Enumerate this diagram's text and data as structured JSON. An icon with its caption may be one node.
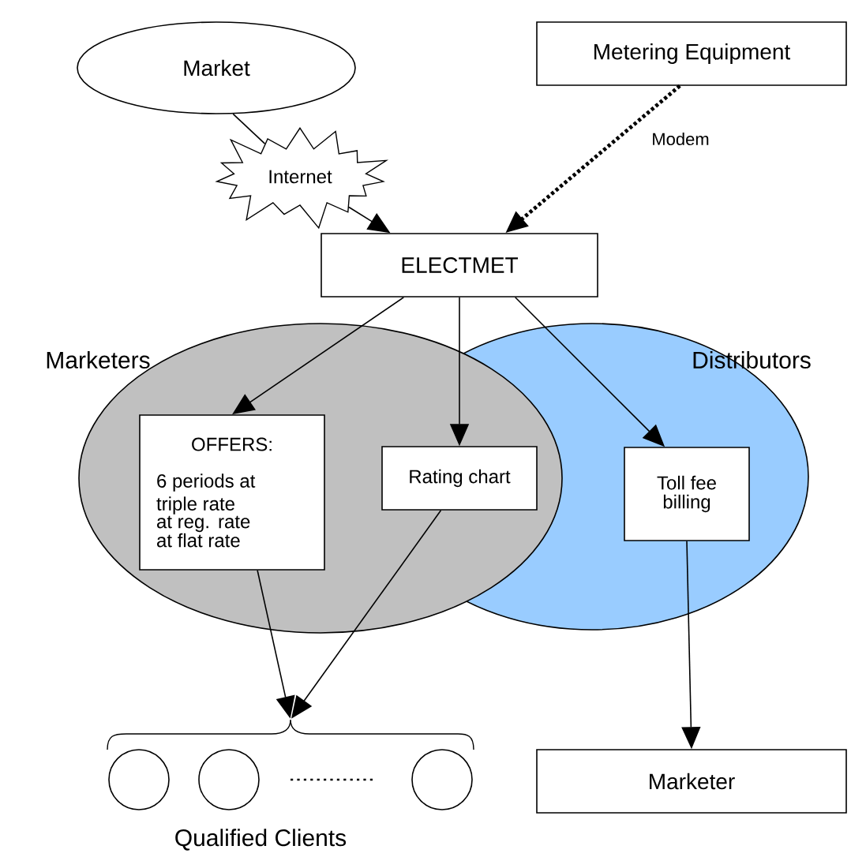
{
  "diagram": {
    "nodes": [
      {
        "text": [
          "Market"
        ]
      },
      {
        "text": [
          "Internet"
        ]
      },
      {
        "text": [
          "Metering Equipment"
        ]
      },
      {
        "text": [
          "ELECTMET"
        ]
      },
      {
        "text": [
          "Marketers"
        ]
      },
      {
        "text": [
          "Distributors"
        ]
      },
      {
        "text": [
          "OFFERS:",
          "6 periods at triple rate",
          "at reg. rate",
          "at flat rate"
        ],
        "in": 4
      },
      {
        "text": [
          "Rating chart"
        ]
      },
      {
        "text": [
          "Toll fee billing"
        ],
        "in": 5
      },
      {
        "text": [
          "Marketer"
        ]
      },
      {
        "text": [],
        "shape": "brace"
      },
      {
        "text": [],
        "shape": "circle"
      },
      {
        "text": [],
        "shape": "circle"
      },
      {
        "text": [],
        "shape": "circle"
      }
    ],
    "edges": [
      {
        "from": 0,
        "to": 1,
        "arrow": "none"
      },
      {
        "from": 1,
        "to": 3,
        "arrow": "to"
      },
      {
        "from": 2,
        "to": 3,
        "arrow": "to",
        "label": "Modem",
        "style": "dashed"
      },
      {
        "from": 3,
        "to": 6,
        "arrow": "to"
      },
      {
        "from": 3,
        "to": 7,
        "arrow": "to"
      },
      {
        "from": 3,
        "to": 8,
        "arrow": "to"
      },
      {
        "from": 6,
        "to": 10,
        "arrow": "to"
      },
      {
        "from": 7,
        "to": 10,
        "arrow": "to"
      },
      {
        "from": 8,
        "to": 9,
        "arrow": "to"
      }
    ],
    "labels": [
      "Qualified Clients"
    ]
  }
}
